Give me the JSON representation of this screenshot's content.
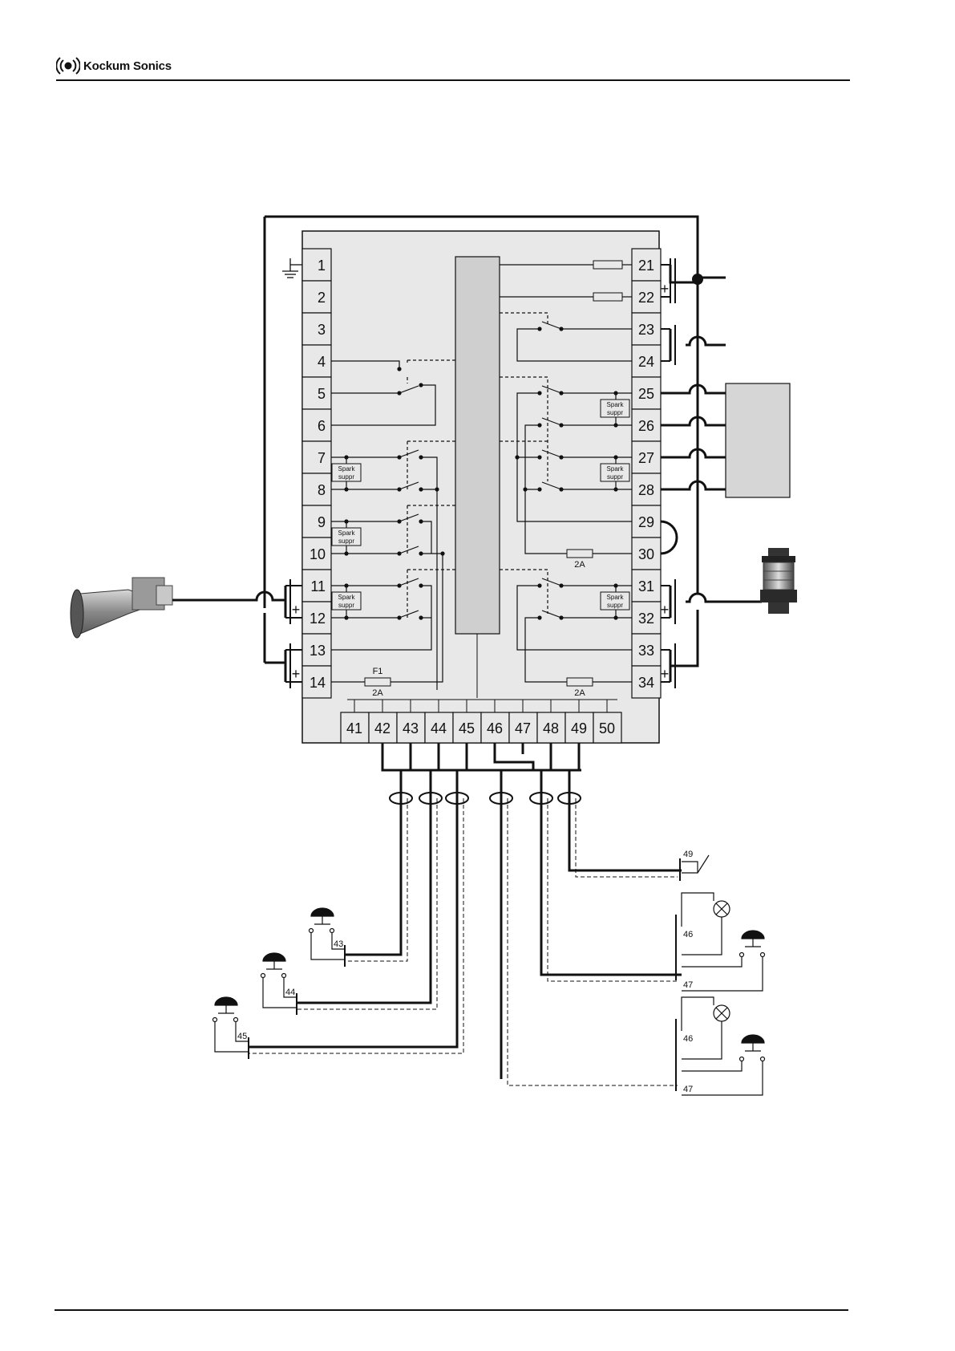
{
  "header": {
    "brand": "Kockum Sonics"
  },
  "terminals": {
    "left": [
      "1",
      "2",
      "3",
      "4",
      "5",
      "6",
      "7",
      "8",
      "9",
      "10",
      "11",
      "12",
      "13",
      "14"
    ],
    "right": [
      "21",
      "22",
      "23",
      "24",
      "25",
      "26",
      "27",
      "28",
      "29",
      "30",
      "31",
      "32",
      "33",
      "34"
    ],
    "bottom": [
      "41",
      "42",
      "43",
      "44",
      "45",
      "46",
      "47",
      "48",
      "49",
      "50"
    ]
  },
  "labels": {
    "spark": "Spark",
    "suppr": "suppr",
    "fuse_name": "F1",
    "fuse_rating": "2A",
    "plus": "+"
  },
  "field": {
    "switch_49": "49",
    "pb_43": "43",
    "pb_44": "44",
    "pb_45": "45",
    "lamp_a_46": "46",
    "lamp_a_47": "47",
    "lamp_b_46": "46",
    "lamp_b_47": "47"
  }
}
